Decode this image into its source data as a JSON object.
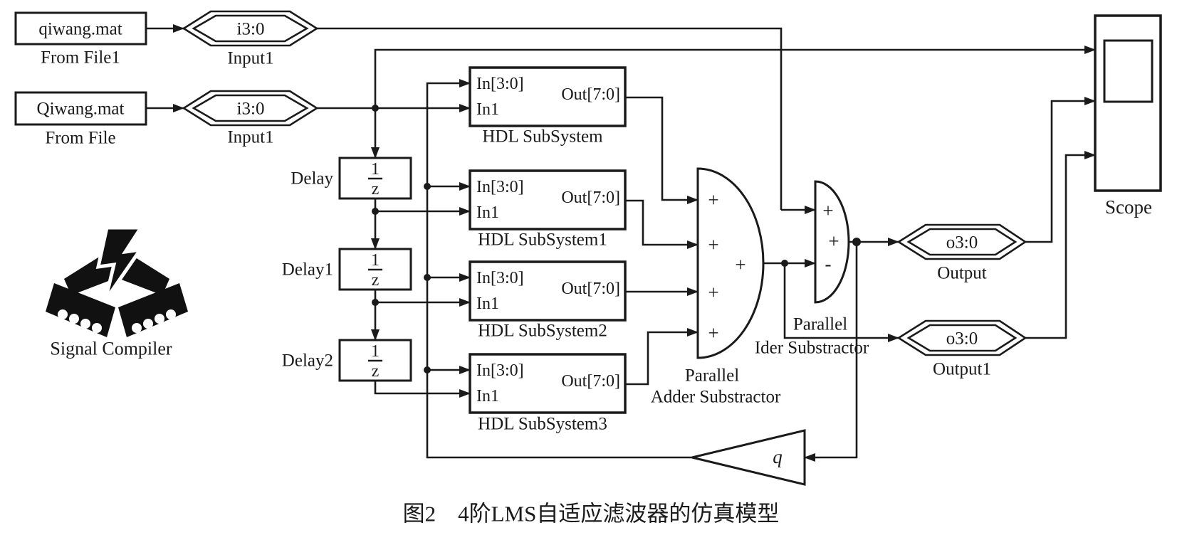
{
  "diagram": {
    "sources": {
      "from_file1": {
        "value": "qiwang.mat",
        "label": "From File1"
      },
      "from_file": {
        "value": "Qiwang.mat",
        "label": "From File"
      }
    },
    "inputs": {
      "input1_top": {
        "value": "i3:0",
        "label": "Input1"
      },
      "input1_bottom": {
        "value": "i3:0",
        "label": "Input1"
      }
    },
    "delays": [
      {
        "numerator": "1",
        "denominator": "z",
        "label": "Delay"
      },
      {
        "numerator": "1",
        "denominator": "z",
        "label": "Delay1"
      },
      {
        "numerator": "1",
        "denominator": "z",
        "label": "Delay2"
      }
    ],
    "subsystems": [
      {
        "in0": "In[3:0]",
        "in1": "In1",
        "out": "Out[7:0]",
        "label": "HDL SubSystem"
      },
      {
        "in0": "In[3:0]",
        "in1": "In1",
        "out": "Out[7:0]",
        "label": "HDL SubSystem1"
      },
      {
        "in0": "In[3:0]",
        "in1": "In1",
        "out": "Out[7:0]",
        "label": "HDL SubSystem2"
      },
      {
        "in0": "In[3:0]",
        "in1": "In1",
        "out": "Out[7:0]",
        "label": "HDL SubSystem3"
      }
    ],
    "adder_main": {
      "sign1": "+",
      "sign2": "+",
      "sign3": "+",
      "sign4": "+",
      "sign_out": "+",
      "label1": "Parallel",
      "label2": "Adder Substractor"
    },
    "adder_sub": {
      "sign1": "+",
      "sign2": "+",
      "sign3": "-",
      "label1": "Parallel",
      "label2": "Ider Substractor"
    },
    "outputs": {
      "output": {
        "value": "o3:0",
        "label": "Output"
      },
      "output1": {
        "value": "o3:0",
        "label": "Output1"
      }
    },
    "scope": {
      "label": "Scope"
    },
    "gain": {
      "value": "q"
    },
    "signal_compiler": {
      "label": "Signal Compiler"
    }
  },
  "caption": "图2　4阶LMS自适应滤波器的仿真模型",
  "colors": {
    "ink": "#1a1a1a",
    "paper": "#ffffff"
  }
}
